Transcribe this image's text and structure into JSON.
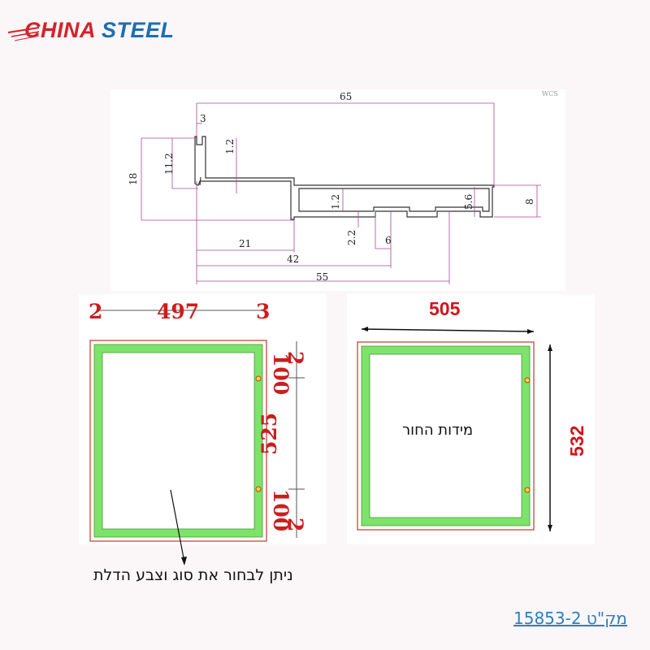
{
  "logo": {
    "part1": "CHINA",
    "part2": "STEEL"
  },
  "profile": {
    "watermark": "WCS",
    "dims": {
      "overall_width": "65",
      "lip": "3",
      "lip_thickness": "1.2",
      "inner_height": "11.2",
      "total_height": "18",
      "channel_thickness": "1.2",
      "slot_depth": "2.2",
      "slot_width": "6",
      "right_height": "5.6",
      "base_height": "8",
      "dim_21": "21",
      "dim_42": "42",
      "dim_55": "55"
    }
  },
  "frame_left": {
    "top_left": "2",
    "top_width": "497",
    "top_right": "3",
    "right_top_margin": "2",
    "right_top_offset": "100",
    "right_middle": "525",
    "right_bottom_offset": "100",
    "right_bottom_margin": "2"
  },
  "frame_right": {
    "width": "505",
    "height": "532",
    "hole_label": "מידות החור"
  },
  "note": "ניתן לבחור  את סוג וצבע הדלת",
  "catalog": "מק\"ט 15853-2",
  "colors": {
    "frame_green": "#7ee36a",
    "frame_outline": "#c0392b",
    "dim_line": "#a8479a"
  }
}
